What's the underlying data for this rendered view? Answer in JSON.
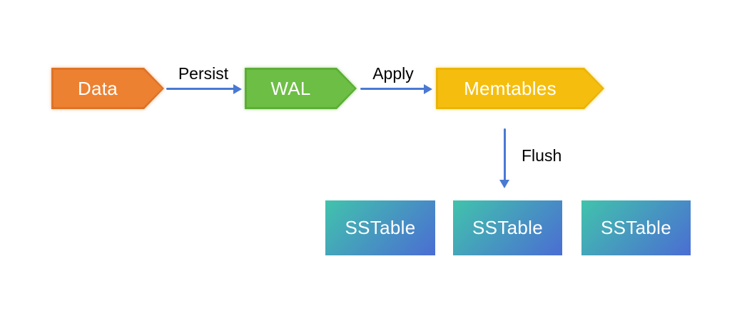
{
  "diagram": {
    "background": "#FFFFFF",
    "edge_color": "#4A79D4",
    "edge_label_color": "#000000",
    "nodes": {
      "data": {
        "label": "Data",
        "fill": "#ED8132",
        "border": "#DE7226",
        "text_color": "#FFFFFF",
        "shape": "pentagon-arrow-right"
      },
      "wal": {
        "label": "WAL",
        "fill": "#6DBE45",
        "border": "#5CAE36",
        "text_color": "#FFFFFF",
        "shape": "pentagon-arrow-right"
      },
      "memtables": {
        "label": "Memtables",
        "fill": "#F5BE0E",
        "border": "#EAB50A",
        "text_color": "#FFFFFF",
        "shape": "pentagon-arrow-right"
      },
      "sstables": [
        {
          "label": "SSTable"
        },
        {
          "label": "SSTable"
        },
        {
          "label": "SSTable"
        }
      ],
      "sstable_gradient_from": "#41C3AC",
      "sstable_gradient_to": "#4B6DD3",
      "sstable_text_color": "#FFFFFF"
    },
    "edges": {
      "persist": {
        "label": "Persist",
        "from": "data",
        "to": "wal",
        "direction": "right"
      },
      "apply": {
        "label": "Apply",
        "from": "wal",
        "to": "memtables",
        "direction": "right"
      },
      "flush": {
        "label": "Flush",
        "from": "memtables",
        "to": "sstables",
        "direction": "down"
      }
    }
  }
}
